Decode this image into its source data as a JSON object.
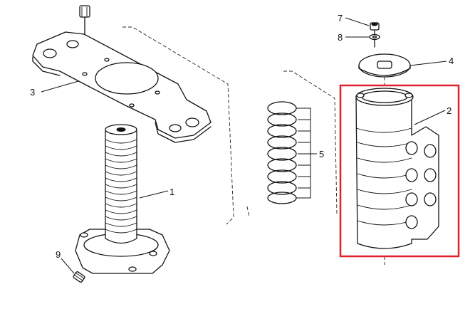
{
  "callouts": [
    {
      "id": "part-1",
      "label": "1"
    },
    {
      "id": "part-2",
      "label": "2"
    },
    {
      "id": "part-3",
      "label": "3"
    },
    {
      "id": "part-4",
      "label": "4"
    },
    {
      "id": "part-5",
      "label": "5"
    },
    {
      "id": "part-7",
      "label": "7"
    },
    {
      "id": "part-8",
      "label": "8"
    },
    {
      "id": "part-9",
      "label": "9"
    }
  ],
  "highlight": {
    "color": "#e0202a"
  }
}
